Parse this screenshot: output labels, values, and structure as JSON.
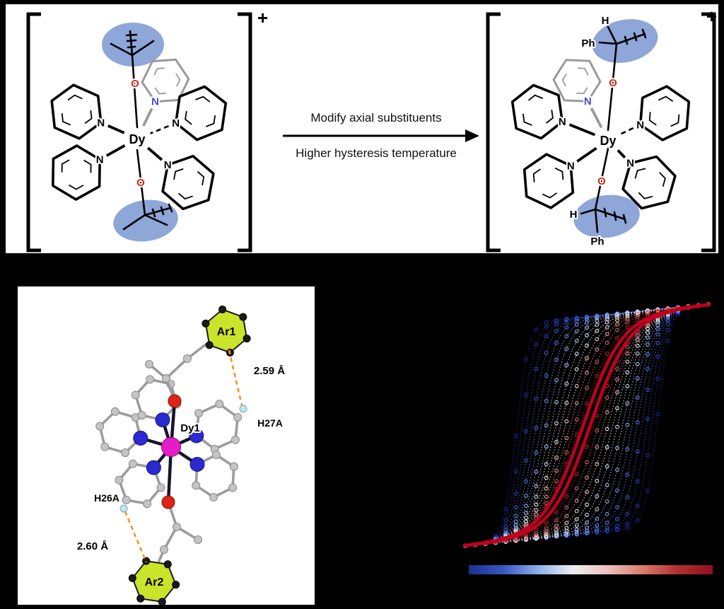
{
  "figure": {
    "background": "#000000"
  },
  "scheme": {
    "charge_left": "+",
    "charge_right": "+",
    "arrow_text_top": "Modify axial substituents",
    "arrow_text_bottom": "Higher hysteresis temperature",
    "atoms": {
      "dy": "Dy",
      "n": "N",
      "o": "O",
      "ph": "Ph",
      "h": "H"
    },
    "highlight_color": "#8ea6d8"
  },
  "crystal": {
    "labels": {
      "ar1": "Ar1",
      "ar2": "Ar2",
      "dy1": "Dy1",
      "h27a": "H27A",
      "h26a": "H26A",
      "dist_top": "2.59 Å",
      "dist_bottom": "2.60 Å"
    },
    "colors": {
      "dy": "#e31ec8",
      "nitrogen": "#2a2ad0",
      "oxygen": "#e02314",
      "carbon": "#c4c4c4",
      "bond": "#9c9c9c",
      "metal_bond": "#14142a",
      "aryl_highlight": "#c9e42a",
      "contact_dash": "#ff9020",
      "hydrogen": "#bfe6f2"
    }
  },
  "chart_data": {
    "type": "line",
    "subtype": "magnetic-hysteresis-loops",
    "title": "",
    "xlabel": "",
    "ylabel": "",
    "axes_visible": false,
    "background": "#000000",
    "xlim": [
      -1,
      1
    ],
    "ylim": [
      -1.05,
      1.05
    ],
    "marker": "open-circle",
    "line_style": "dotted",
    "series_parameter": "temperature (blue = lowest, red = highest)",
    "loops": [
      {
        "coercivity": 0.58,
        "width": 0.1,
        "color": "#16288f"
      },
      {
        "coercivity": 0.54,
        "width": 0.115,
        "color": "#1e35a8"
      },
      {
        "coercivity": 0.5,
        "width": 0.13,
        "color": "#2a46bb"
      },
      {
        "coercivity": 0.46,
        "width": 0.145,
        "color": "#3a5ac9"
      },
      {
        "coercivity": 0.42,
        "width": 0.16,
        "color": "#4f71d6"
      },
      {
        "coercivity": 0.38,
        "width": 0.175,
        "color": "#6b8ce0"
      },
      {
        "coercivity": 0.34,
        "width": 0.19,
        "color": "#8aa6e8"
      },
      {
        "coercivity": 0.3,
        "width": 0.205,
        "color": "#abc0ef"
      },
      {
        "coercivity": 0.26,
        "width": 0.22,
        "color": "#cdd7f2"
      },
      {
        "coercivity": 0.22,
        "width": 0.235,
        "color": "#e8e3ea"
      },
      {
        "coercivity": 0.18,
        "width": 0.25,
        "color": "#eec4c4"
      },
      {
        "coercivity": 0.14,
        "width": 0.265,
        "color": "#e09494"
      },
      {
        "coercivity": 0.1,
        "width": 0.28,
        "color": "#cc5f5f"
      },
      {
        "coercivity": 0.06,
        "width": 0.3,
        "color": "#b02030"
      }
    ],
    "highlight_loop": {
      "coercivity": 0.03,
      "width": 0.32,
      "color": "#c1001e",
      "stroke_width": 4.5
    },
    "colorbar": {
      "position": "bottom",
      "orientation": "horizontal",
      "colors": [
        "#1c2f8e",
        "#3a57c4",
        "#8fb0e8",
        "#eeeef2",
        "#ecc0ba",
        "#d97b6c",
        "#b03030",
        "#8f0f1e"
      ]
    }
  }
}
